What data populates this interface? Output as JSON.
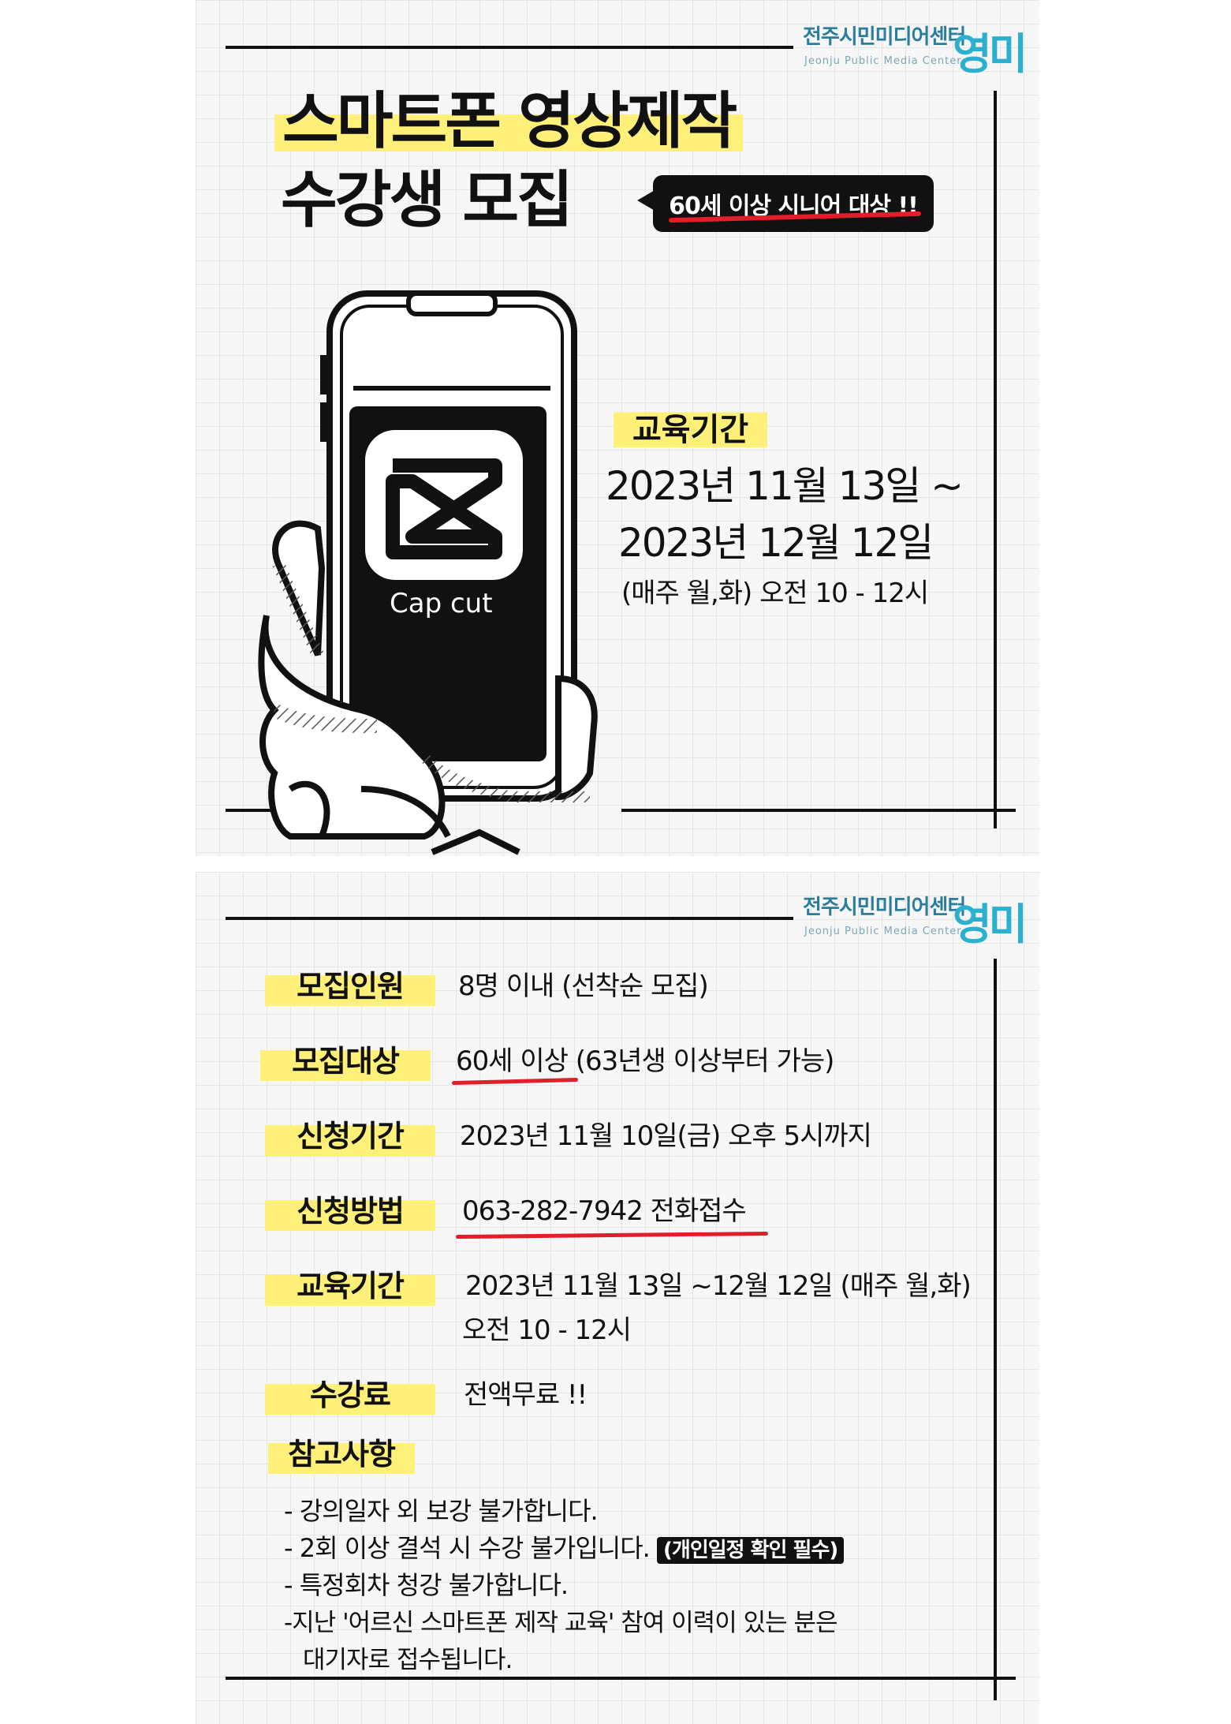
{
  "logo": {
    "korean": "전주시민미디어센터",
    "english": "Jeonju Public Media Center",
    "brand": "영미"
  },
  "poster": {
    "title_line1": "스마트폰 영상제작",
    "title_line2": "수강생 모집",
    "badge": "60세 이상 시니어 대상 !!",
    "app_name": "Cap cut",
    "edu_label": "교육기간",
    "edu_date_start": "2023년 11월 13일 ~",
    "edu_date_end": "2023년 12월 12일",
    "edu_schedule": "(매주 월,화) 오전 10 - 12시"
  },
  "details": {
    "rows": [
      {
        "label": "모집인원",
        "value": "8명 이내 (선착순 모집)"
      },
      {
        "label": "모집대상",
        "value": "60세 이상 (63년생 이상부터 가능)"
      },
      {
        "label": "신청기간",
        "value": "2023년 11월 10일(금)  오후 5시까지"
      },
      {
        "label": "신청방법",
        "value": "063-282-7942 전화접수"
      },
      {
        "label": "교육기간",
        "value": "2023년 11월 13일 ~12월 12일 (매주 월,화)",
        "value2": "오전 10 - 12시"
      },
      {
        "label": "수강료",
        "value": "전액무료 !!"
      }
    ],
    "notes_label": "참고사항",
    "notes": [
      "- 강의일자 외 보강 불가합니다.",
      "- 2회 이상 결석 시 수강 불가입니다.",
      "- 특정회차 청강 불가합니다.",
      "-지난 '어르신 스마트폰 제작 교육' 참여 이력이 있는 분은",
      "대기자로 접수됩니다."
    ],
    "notes_tag": "(개인일정 확인 필수)"
  },
  "colors": {
    "highlight": "#fff07a",
    "accent_red": "#e21e2b",
    "logo_teal": "#2bb0cf"
  }
}
